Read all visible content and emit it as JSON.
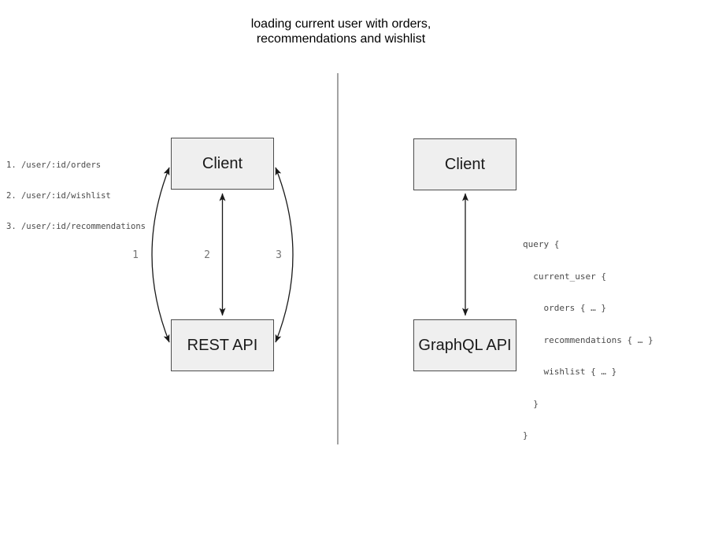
{
  "title": {
    "line1": "loading current user with orders,",
    "line2": "recommendations and wishlist"
  },
  "left_diagram": {
    "client_label": "Client",
    "api_label": "REST API",
    "endpoints": [
      "1. /user/:id/orders",
      "2. /user/:id/wishlist",
      "3. /user/:id/recommendations"
    ],
    "arrow_labels": [
      "1",
      "2",
      "3"
    ]
  },
  "right_diagram": {
    "client_label": "Client",
    "api_label": "GraphQL API",
    "query_lines": [
      "query {",
      "  current_user {",
      "    orders { … }",
      "    recommendations { … }",
      "    wishlist { … }",
      "  }",
      "}"
    ]
  },
  "colors": {
    "box_fill": "#efefef",
    "box_border": "#4d4d4d",
    "arrow": "#1a1a1a",
    "divider": "#666666",
    "arrow_label_text": "#757575",
    "code_text": "#4a4a4a"
  }
}
